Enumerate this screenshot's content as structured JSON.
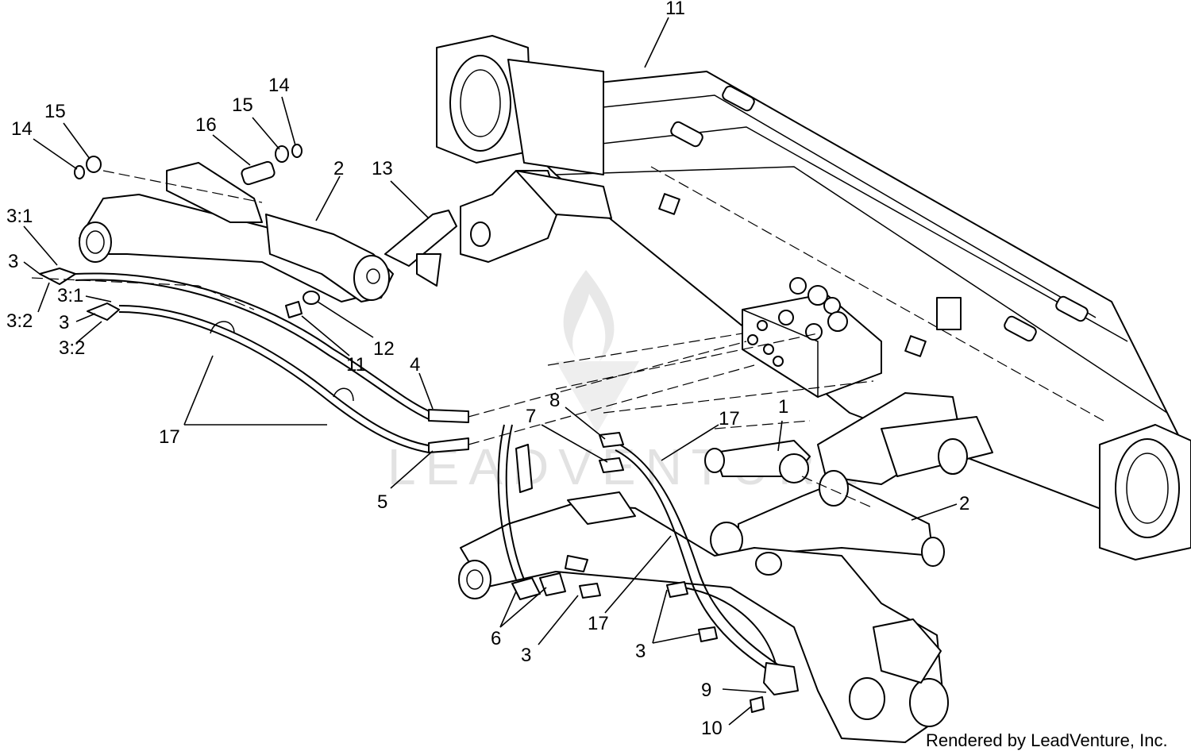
{
  "callouts": {
    "c11_top": "11",
    "c14_left": "14",
    "c15_left": "15",
    "c16": "16",
    "c15_right": "15",
    "c14_right": "14",
    "c2_left": "2",
    "c13": "13",
    "c3_1_a": "3:1",
    "c3_a": "3",
    "c3_2_a": "3:2",
    "c3_1_b": "3:1",
    "c3_b": "3",
    "c3_2_b": "3:2",
    "c11_mid": "11",
    "c12": "12",
    "c4": "4",
    "c17_left": "17",
    "c5": "5",
    "c8": "8",
    "c7": "7",
    "c17_mid": "17",
    "c1": "1",
    "c2_right": "2",
    "c6": "6",
    "c3_c": "3",
    "c17_bottom": "17",
    "c3_d": "3",
    "c9": "9",
    "c10": "10"
  },
  "credit": "Rendered by LeadVenture, Inc.",
  "watermark": "LEADVENTURE",
  "colors": {
    "line": "#000000",
    "background": "#ffffff",
    "watermark": "#d9d9d9"
  }
}
